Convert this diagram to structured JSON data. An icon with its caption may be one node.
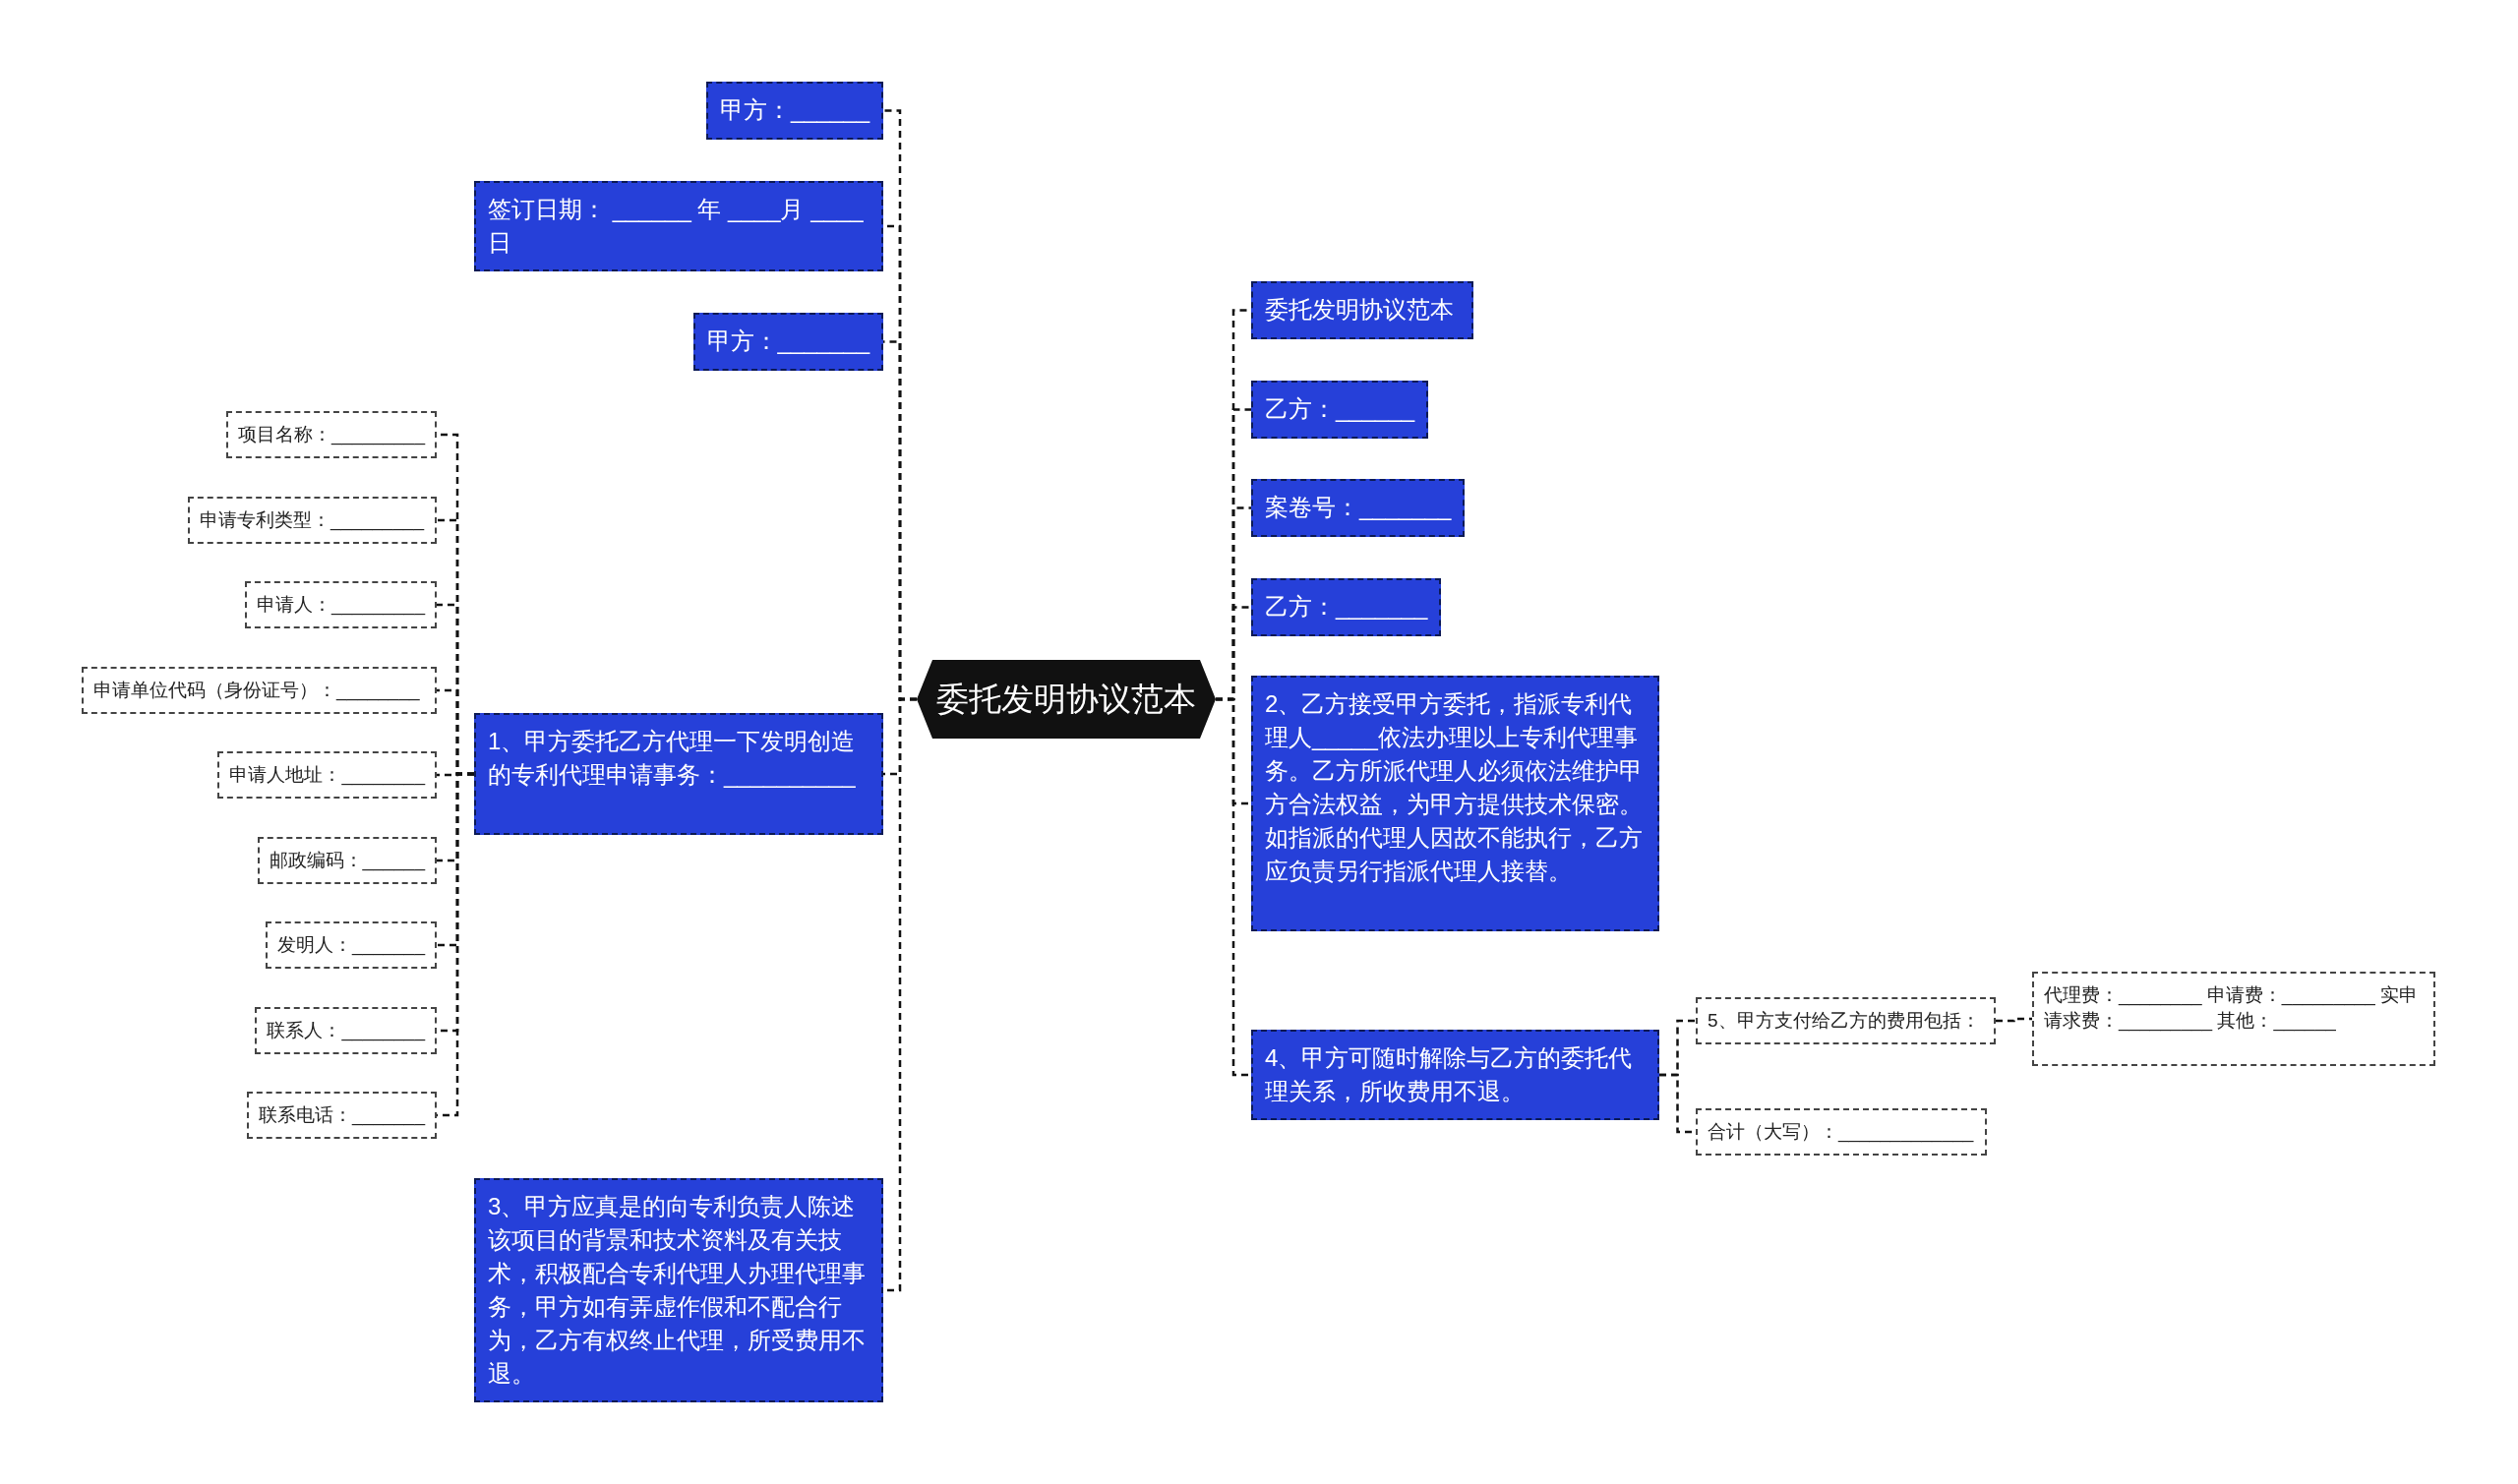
{
  "diagram": {
    "nodes": [
      {
        "text": [
          "委托发明协议范本"
        ]
      },
      {
        "text": [
          "甲方：______"
        ]
      },
      {
        "text": [
          "签订日期： ______ 年 ____月 ____日"
        ]
      },
      {
        "text": [
          "甲方：_______"
        ]
      },
      {
        "text": [
          "1、甲方委托乙方代理一下发明创造的专利代理申请事务：__________"
        ]
      },
      {
        "text": [
          "项目名称：_________"
        ]
      },
      {
        "text": [
          "申请专利类型：_________"
        ]
      },
      {
        "text": [
          "申请人：_________"
        ]
      },
      {
        "text": [
          "申请单位代码（身份证号）：________"
        ]
      },
      {
        "text": [
          "申请人地址：________"
        ]
      },
      {
        "text": [
          "邮政编码：______"
        ]
      },
      {
        "text": [
          "发明人：_______"
        ]
      },
      {
        "text": [
          "联系人：________"
        ]
      },
      {
        "text": [
          "联系电话：_______"
        ]
      },
      {
        "text": [
          "3、甲方应真是的向专利负责人陈述该项目的背景和技术资料及有关技术，积极配合专利代理人办理代理事务，甲方如有弄虚作假和不配合行为，乙方有权终止代理，所受费用不退。"
        ]
      },
      {
        "text": [
          "委托发明协议范本"
        ]
      },
      {
        "text": [
          "乙方：______"
        ]
      },
      {
        "text": [
          "案卷号：_______"
        ]
      },
      {
        "text": [
          "乙方：_______"
        ]
      },
      {
        "text": [
          "2、乙方接受甲方委托，指派专利代理人_____依法办理以上专利代理事务。乙方所派代理人必须依法维护甲方合法权益，为甲方提供技术保密。如指派的代理人因故不能执行，乙方应负责另行指派代理人接替。"
        ]
      },
      {
        "text": [
          "4、甲方可随时解除与乙方的委托代理关系，所收费用不退。"
        ]
      },
      {
        "text": [
          "5、甲方支付给乙方的费用包括："
        ]
      },
      {
        "text": [
          "代理费：________ 申请费：_________ 实申请求费：_________ 其他：______"
        ]
      },
      {
        "text": [
          "合计（大写）：_____________"
        ]
      }
    ],
    "edges": [
      {
        "from": 0,
        "to": 1,
        "arrow": "none"
      },
      {
        "from": 0,
        "to": 2,
        "arrow": "none"
      },
      {
        "from": 0,
        "to": 3,
        "arrow": "none"
      },
      {
        "from": 0,
        "to": 4,
        "arrow": "none"
      },
      {
        "from": 4,
        "to": 5,
        "arrow": "none"
      },
      {
        "from": 4,
        "to": 6,
        "arrow": "none"
      },
      {
        "from": 4,
        "to": 7,
        "arrow": "none"
      },
      {
        "from": 4,
        "to": 8,
        "arrow": "none"
      },
      {
        "from": 4,
        "to": 9,
        "arrow": "none"
      },
      {
        "from": 4,
        "to": 10,
        "arrow": "none"
      },
      {
        "from": 4,
        "to": 11,
        "arrow": "none"
      },
      {
        "from": 4,
        "to": 12,
        "arrow": "none"
      },
      {
        "from": 4,
        "to": 13,
        "arrow": "none"
      },
      {
        "from": 0,
        "to": 14,
        "arrow": "none"
      },
      {
        "from": 0,
        "to": 15,
        "arrow": "none"
      },
      {
        "from": 0,
        "to": 16,
        "arrow": "none"
      },
      {
        "from": 0,
        "to": 17,
        "arrow": "none"
      },
      {
        "from": 0,
        "to": 18,
        "arrow": "none"
      },
      {
        "from": 0,
        "to": 19,
        "arrow": "none"
      },
      {
        "from": 0,
        "to": 20,
        "arrow": "none"
      },
      {
        "from": 20,
        "to": 21,
        "arrow": "none"
      },
      {
        "from": 21,
        "to": 22,
        "arrow": "none"
      },
      {
        "from": 20,
        "to": 23,
        "arrow": "none"
      }
    ]
  }
}
